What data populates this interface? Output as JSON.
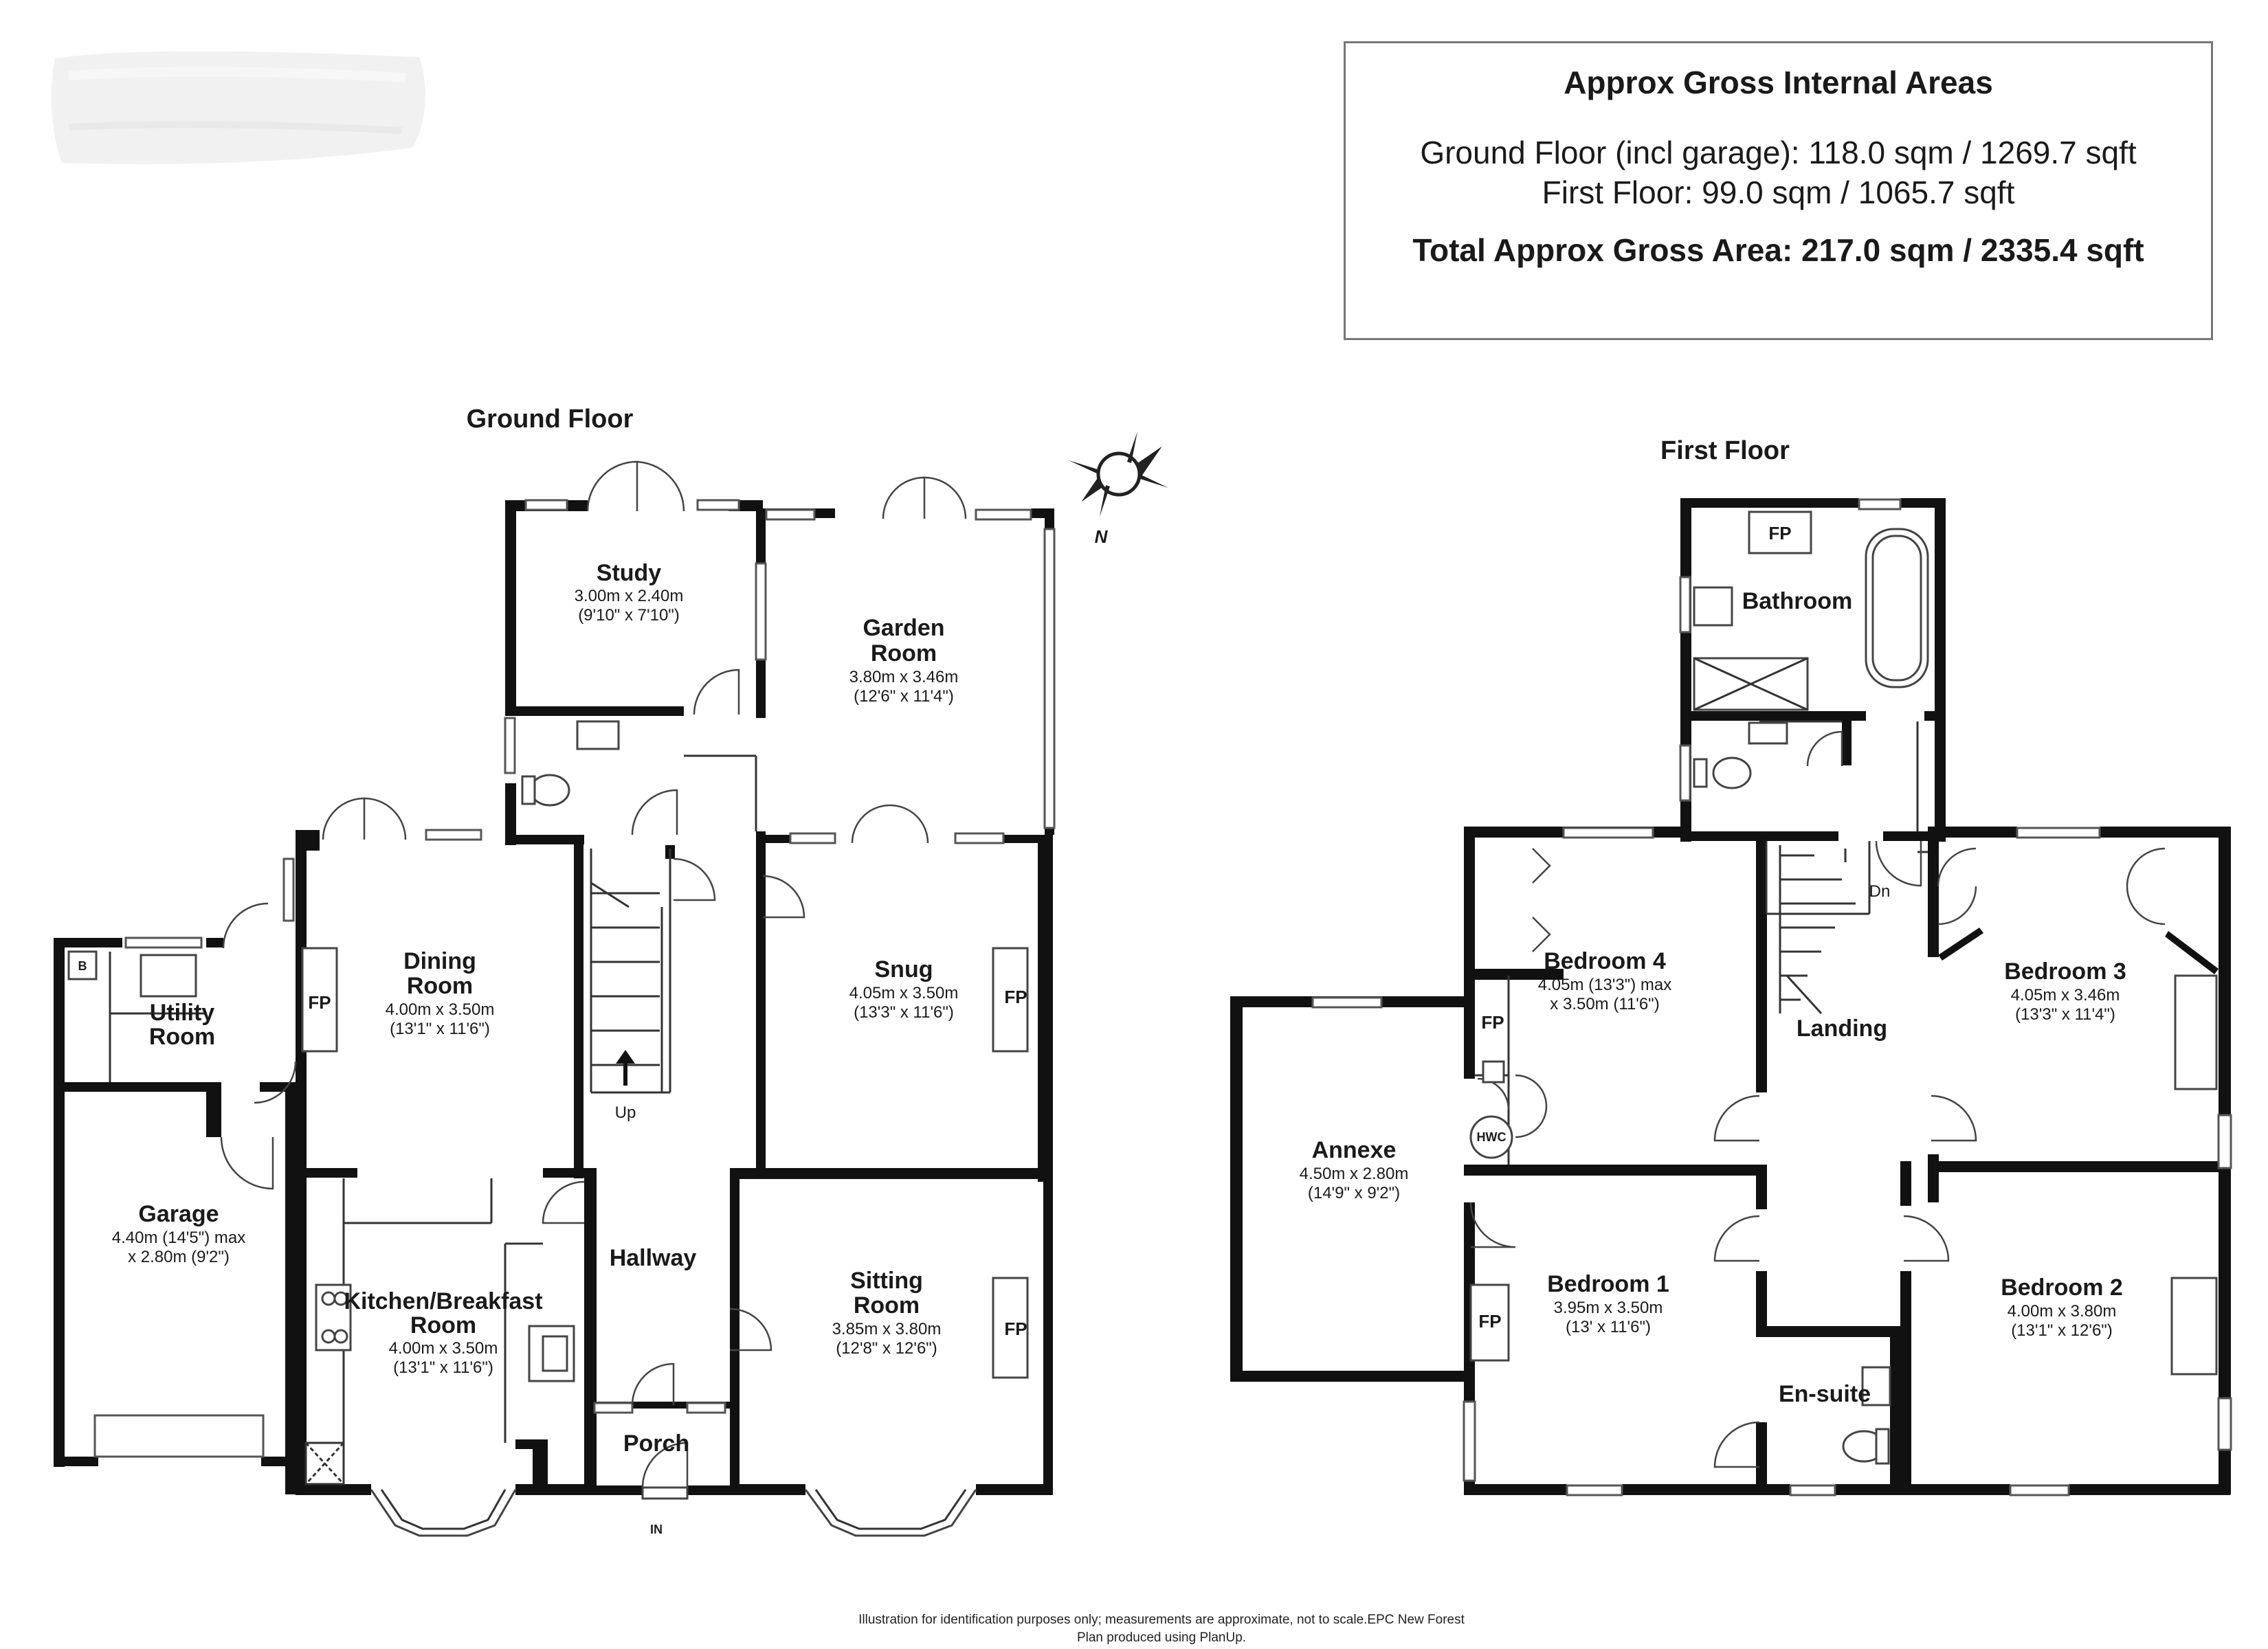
{
  "areas": {
    "title": "Approx Gross Internal Areas",
    "ground": "Ground Floor (incl garage): 118.0 sqm / 1269.7 sqft",
    "first": "First Floor: 99.0 sqm / 1065.7 sqft",
    "total": "Total Approx Gross Area: 217.0 sqm / 2335.4 sqft"
  },
  "ground_floor": {
    "title": "Ground Floor",
    "rooms": {
      "study": {
        "name": "Study",
        "dims": "3.00m x 2.40m",
        "imperial": "(9'10\" x 7'10\")"
      },
      "garden": {
        "name1": "Garden",
        "name2": "Room",
        "dims": "3.80m x 3.46m",
        "imperial": "(12'6\" x 11'4\")"
      },
      "dining": {
        "name1": "Dining",
        "name2": "Room",
        "dims": "4.00m x 3.50m",
        "imperial": "(13'1\" x 11'6\")"
      },
      "snug": {
        "name": "Snug",
        "dims": "4.05m x 3.50m",
        "imperial": "(13'3\" x 11'6\")"
      },
      "utility": {
        "name1": "Utility",
        "name2": "Room"
      },
      "garage": {
        "name": "Garage",
        "dims": "4.40m (14'5\") max",
        "imperial": "x 2.80m (9'2\")"
      },
      "kitchen": {
        "name1": "Kitchen/Breakfast",
        "name2": "Room",
        "dims": "4.00m x 3.50m",
        "imperial": "(13'1\" x 11'6\")"
      },
      "hallway": {
        "name": "Hallway"
      },
      "porch": {
        "name": "Porch"
      },
      "sitting": {
        "name1": "Sitting",
        "name2": "Room",
        "dims": "3.85m x 3.80m",
        "imperial": "(12'8\" x 12'6\")"
      }
    },
    "labels": {
      "fp": "FP",
      "up": "Up",
      "in": "IN",
      "boiler": "B",
      "north": "N"
    }
  },
  "first_floor": {
    "title": "First Floor",
    "rooms": {
      "bathroom": {
        "name": "Bathroom"
      },
      "bedroom4": {
        "name": "Bedroom 4",
        "dims": "4.05m (13'3\") max",
        "imperial": "x 3.50m (11'6\")"
      },
      "landing": {
        "name": "Landing"
      },
      "bedroom3": {
        "name": "Bedroom 3",
        "dims": "4.05m x 3.46m",
        "imperial": "(13'3\" x 11'4\")"
      },
      "annexe": {
        "name": "Annexe",
        "dims": "4.50m x 2.80m",
        "imperial": "(14'9\" x 9'2\")"
      },
      "bedroom1": {
        "name": "Bedroom 1",
        "dims": "3.95m x 3.50m",
        "imperial": "(13' x 11'6\")"
      },
      "bedroom2": {
        "name": "Bedroom 2",
        "dims": "4.00m x 3.80m",
        "imperial": "(13'1\" x 12'6\")"
      },
      "ensuite": {
        "name": "En-suite"
      }
    },
    "labels": {
      "fp": "FP",
      "dn": "Dn",
      "hwc": "HWC"
    }
  },
  "footer": {
    "line1": "Illustration for identification purposes only; measurements are approximate, not to scale.EPC New Forest",
    "line2": "Plan produced using PlanUp."
  }
}
